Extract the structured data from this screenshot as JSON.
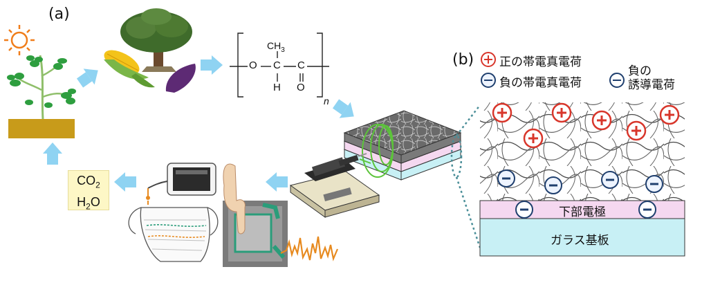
{
  "panels": {
    "a": "(a)",
    "b": "(b)"
  },
  "polymer": {
    "ch3": "CH",
    "ch3_sub": "3",
    "o_chain": "O",
    "c1": "C",
    "c2": "C",
    "h": "H",
    "o_dbl": "O",
    "n": "n"
  },
  "co2": {
    "line1_main": "CO",
    "line1_sub": "2",
    "line2_a": "H",
    "line2_sub": "2",
    "line2_b": "O"
  },
  "legend": {
    "positive_label": "正の帯電真電荷",
    "negative_label": "負の帯電真電荷",
    "induced_label_1": "負の",
    "induced_label_2": "誘導電荷"
  },
  "layers": {
    "electrode": "下部電極",
    "glass": "ガラス基板"
  },
  "charges": {
    "positive_symbol": "+",
    "negative_symbol": "−"
  },
  "colors": {
    "arrow": "#8fd3f2",
    "positive": "#d8362b",
    "negative_border": "#1f3f6e",
    "electrode": "#f5d8f0",
    "glass": "#c8f0f5",
    "fiber": "#444444",
    "soil": "#c89b1a",
    "leaf": "#2e9e3f",
    "signal": "#e78a1f",
    "sun": "#f07d1a"
  }
}
